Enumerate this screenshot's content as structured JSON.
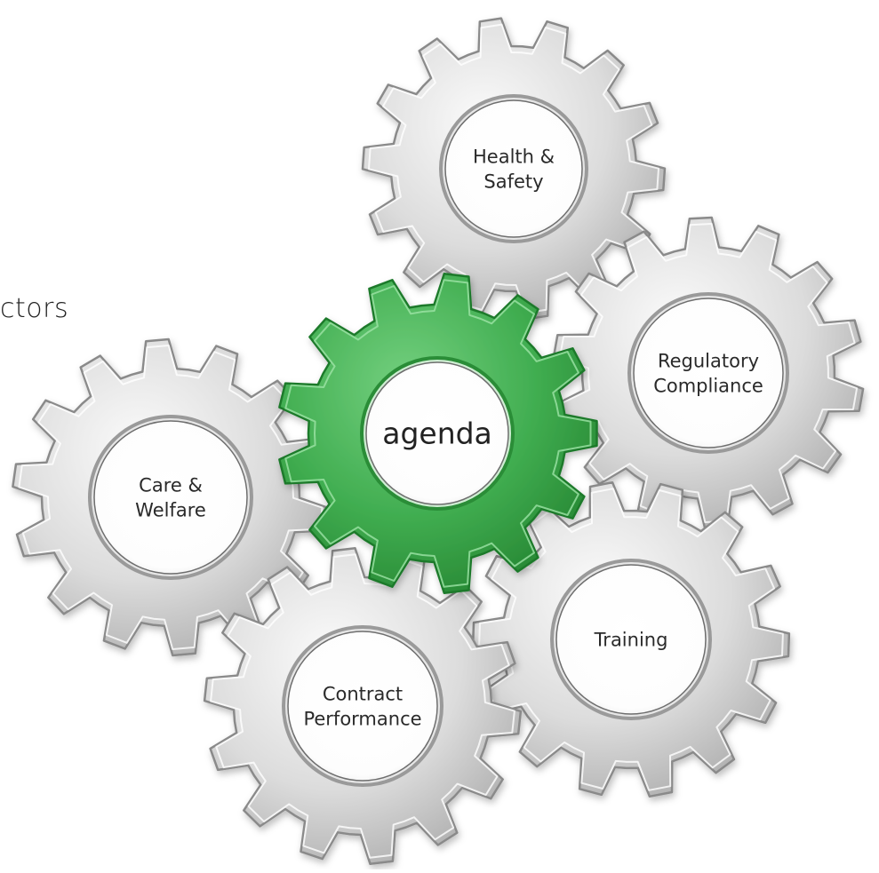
{
  "diagram": {
    "partial_text": "ctors",
    "gears": [
      {
        "id": "health-safety",
        "lines": [
          "Health &",
          "Safety"
        ],
        "color": "silver"
      },
      {
        "id": "regulatory-compliance",
        "lines": [
          "Regulatory",
          "Compliance"
        ],
        "color": "silver"
      },
      {
        "id": "agenda",
        "lines": [
          "agenda"
        ],
        "color": "green"
      },
      {
        "id": "care-welfare",
        "lines": [
          "Care &",
          "Welfare"
        ],
        "color": "silver"
      },
      {
        "id": "training",
        "lines": [
          "Training"
        ],
        "color": "silver"
      },
      {
        "id": "contract-performance",
        "lines": [
          "Contract",
          "Performance"
        ],
        "color": "silver"
      }
    ],
    "colors": {
      "silver_light": "#f4f4f4",
      "silver_mid": "#cfcfcf",
      "silver_dark": "#8a8a8a",
      "green_light": "#5cc46a",
      "green_mid": "#3fae4f",
      "green_dark": "#1f7a2c"
    }
  }
}
